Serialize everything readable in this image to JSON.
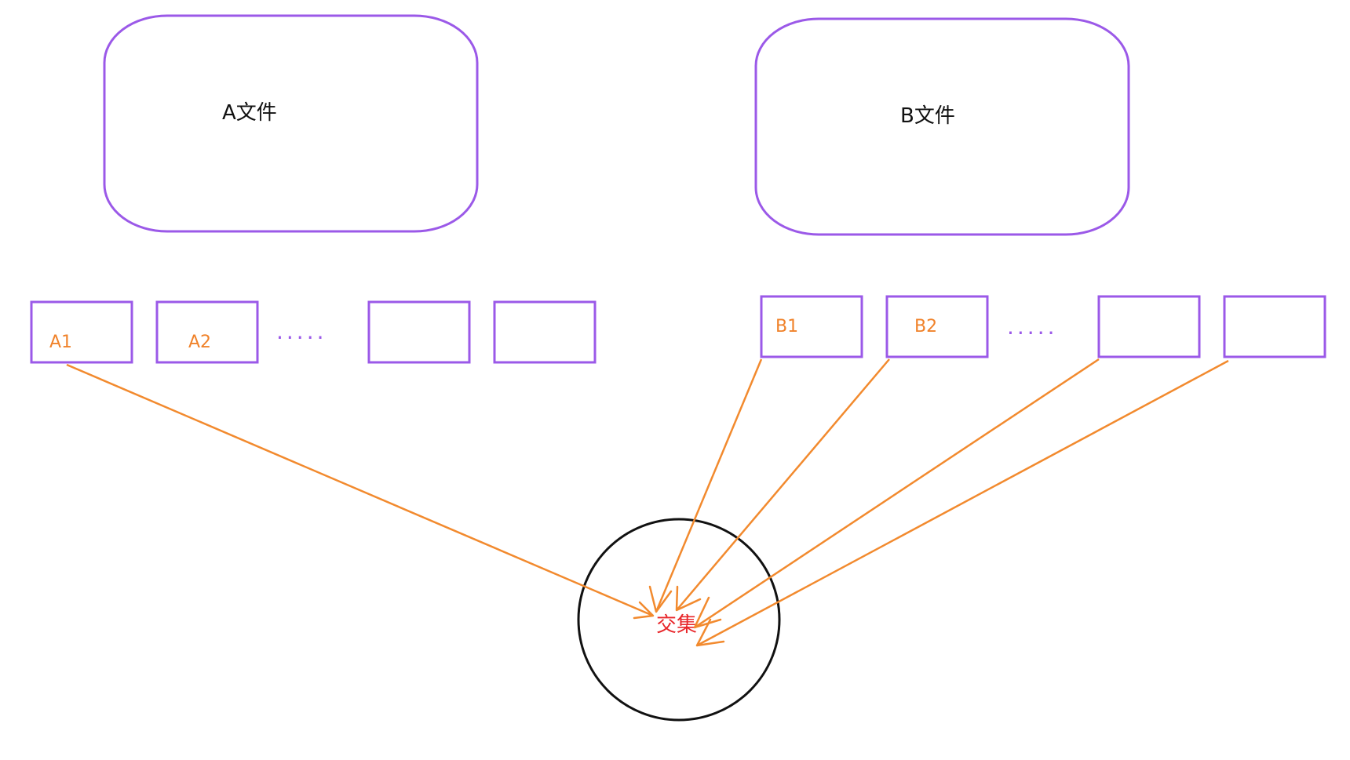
{
  "diagram": {
    "file_a": {
      "label": "A文件"
    },
    "file_b": {
      "label": "B文件"
    },
    "chunks_a": [
      "A1",
      "A2",
      "",
      ""
    ],
    "chunks_b": [
      "B1",
      "B2",
      "",
      ""
    ],
    "ellipsis": ".....",
    "result": {
      "label": "交集"
    },
    "colors": {
      "box_stroke": "#9b59e8",
      "chunk_label": "#f0822a",
      "arrow": "#f28a2e",
      "result_label": "#e8262a",
      "circle": "#111111"
    }
  }
}
